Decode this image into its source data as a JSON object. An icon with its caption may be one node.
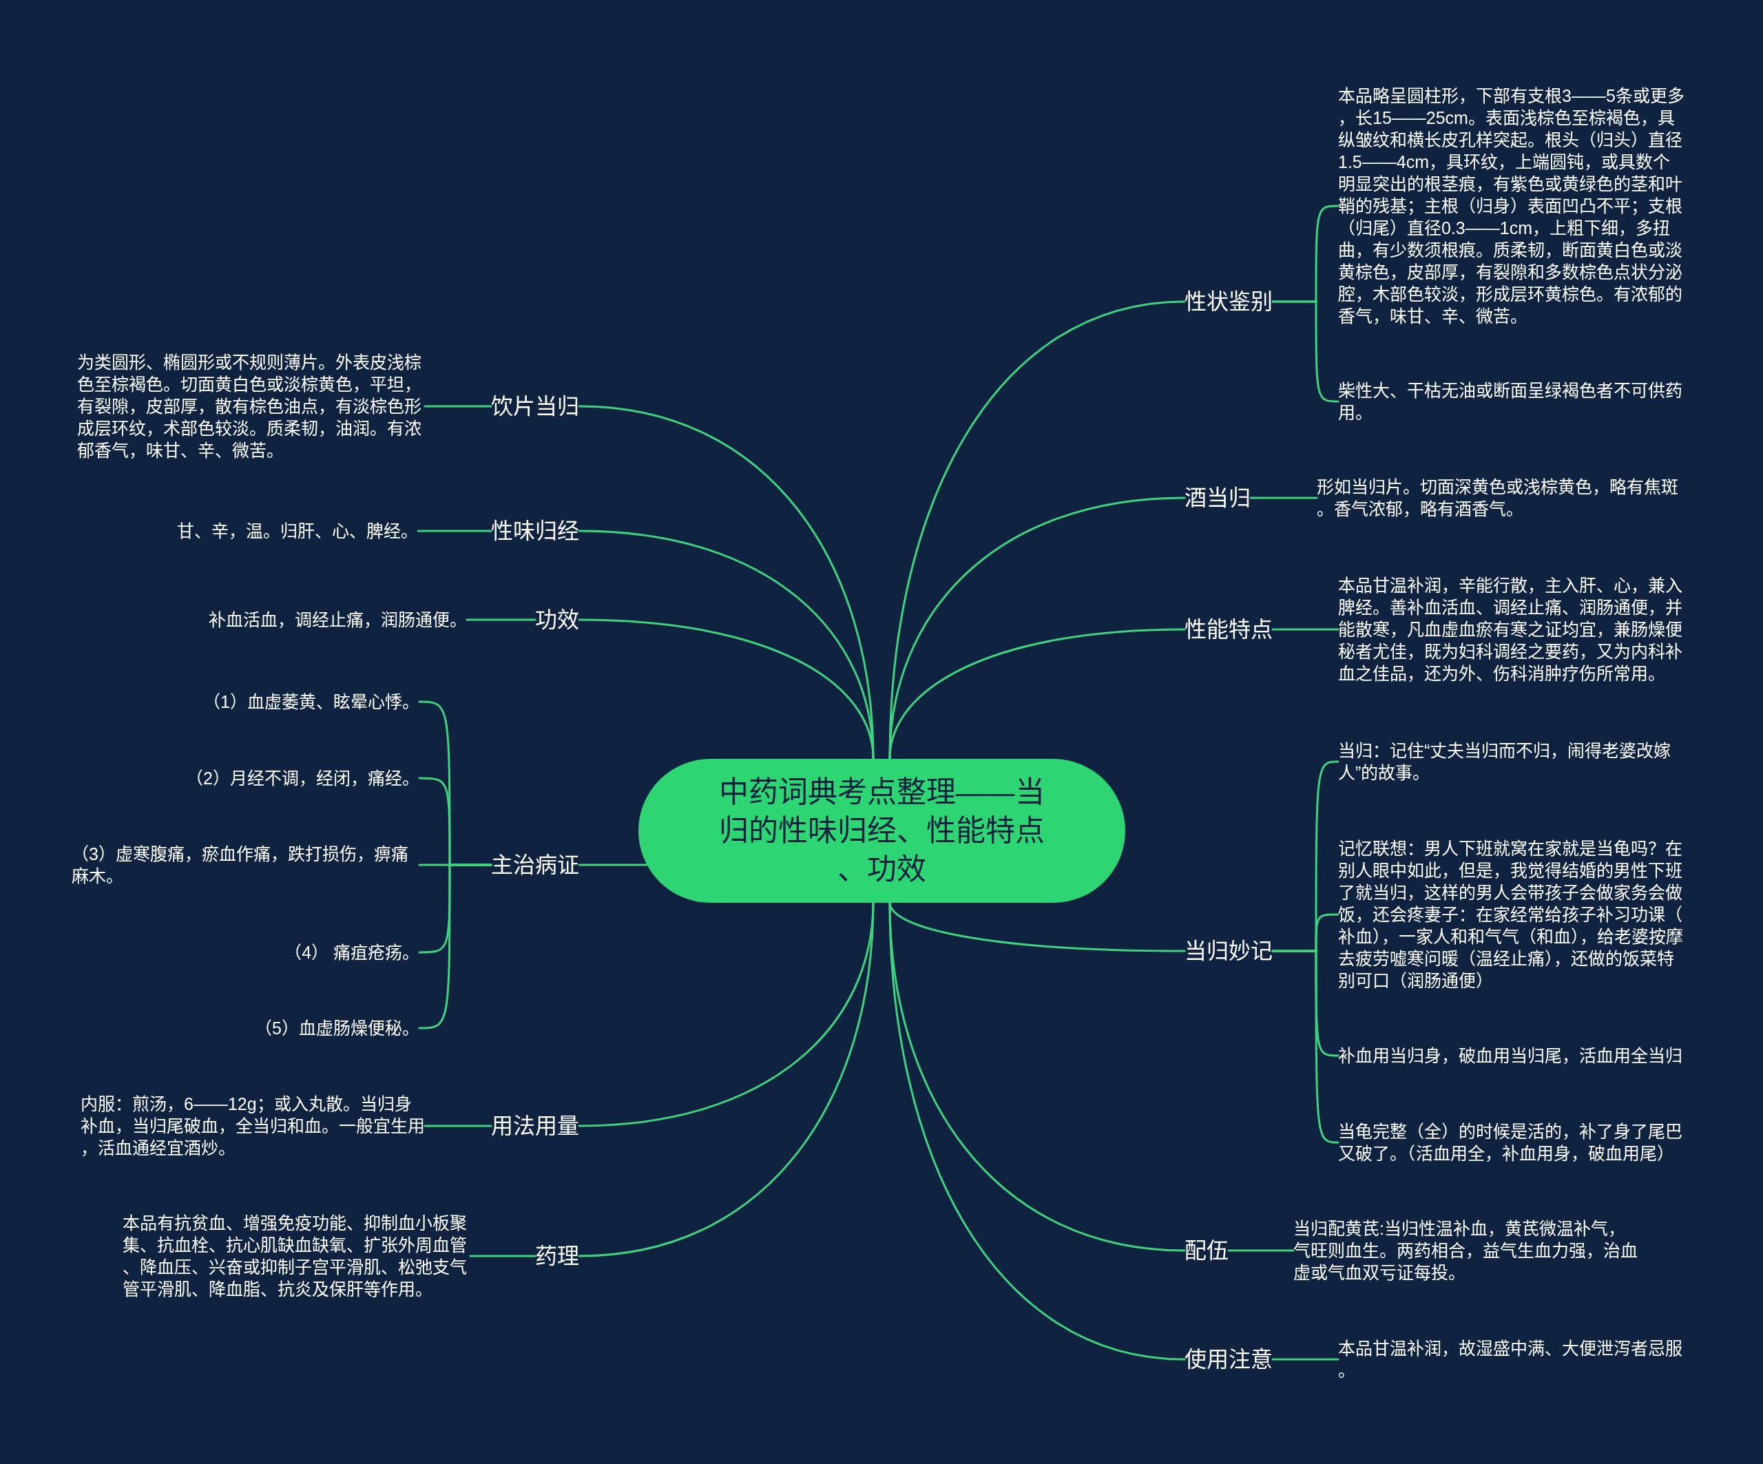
{
  "diagram": {
    "nodes": [
      {
        "text": [
          "中药词典考点整理——当归的性味归经、性能特点、功效"
        ]
      },
      {
        "text": [
          "饮片当归"
        ]
      },
      {
        "text": [
          "为类圆形、椭圆形或不规则薄片。外表皮浅棕色至棕褐色。切面黄白色或淡棕黄色，平坦，有裂隙，皮部厚，散有棕色油点，有淡棕色形成层环纹，术部色较淡。质柔韧，油润。有浓郁香气，味甘、辛、微苦。"
        ]
      },
      {
        "text": [
          "性味归经"
        ]
      },
      {
        "text": [
          "甘、辛，温。归肝、心、脾经。"
        ]
      },
      {
        "text": [
          "功效"
        ]
      },
      {
        "text": [
          "补血活血，调经止痛，润肠通便。"
        ]
      },
      {
        "text": [
          "主治病证"
        ]
      },
      {
        "text": [
          "（1）血虚萎黄、眩晕心悸。"
        ]
      },
      {
        "text": [
          "（2）月经不调，经闭，痛经。"
        ]
      },
      {
        "text": [
          "（3）虚寒腹痛，瘀血作痛，跌打损伤，痹痛麻木。"
        ]
      },
      {
        "text": [
          "（4） 痛疽疮疡。"
        ]
      },
      {
        "text": [
          "（5）血虚肠燥便秘。"
        ]
      },
      {
        "text": [
          "用法用量"
        ]
      },
      {
        "text": [
          "内服：煎汤，6——12g；或入丸散。当归身补血，当归尾破血，全当归和血。一般宜生用，活血通经宜酒炒。"
        ]
      },
      {
        "text": [
          "药理"
        ]
      },
      {
        "text": [
          "本品有抗贫血、增强免疫功能、抑制血小板聚集、抗血栓、抗心肌缺血缺氧、扩张外周血管、降血压、兴奋或抑制子宫平滑肌、松弛支气管平滑肌、降血脂、抗炎及保肝等作用。"
        ]
      },
      {
        "text": [
          "性状鉴别"
        ]
      },
      {
        "text": [
          "本品略呈圆柱形，下部有支根3——5条或更多，长15——25cm。表面浅棕色至棕褐色，具纵皱纹和横长皮孔样突起。根头（归头）直径1.5——4cm，具环纹，上端圆钝，或具数个明显突出的根茎痕，有紫色或黄绿色的茎和叶鞘的残基；主根（归身）表面凹凸不平；支根（归尾）直径0.3——1cm，上粗下细，多扭曲，有少数须根痕。质柔韧，断面黄白色或淡黄棕色，皮部厚，有裂隙和多数棕色点状分泌腔，木部色较淡，形成层环黄棕色。有浓郁的香气，味甘、辛、微苦。"
        ]
      },
      {
        "text": [
          "柴性大、干枯无油或断面呈绿褐色者不可供药用。"
        ]
      },
      {
        "text": [
          "酒当归"
        ]
      },
      {
        "text": [
          "形如当归片。切面深黄色或浅棕黄色，略有焦斑。香气浓郁，略有酒香气。"
        ]
      },
      {
        "text": [
          "性能特点"
        ]
      },
      {
        "text": [
          "本品甘温补润，辛能行散，主入肝、心，兼入脾经。善补血活血、调经止痛、润肠通便，并能散寒，凡血虚血瘀有寒之证均宜，兼肠燥便秘者尤佳，既为妇科调经之要药，又为内科补血之佳品，还为外、伤科消肿疗伤所常用。"
        ]
      },
      {
        "text": [
          "当归妙记"
        ]
      },
      {
        "text": [
          "当归：记住“丈夫当归而不归，闹得老婆改嫁人”的故事。"
        ]
      },
      {
        "text": [
          "记忆联想：男人下班就窝在家就是当龟吗？在别人眼中如此，但是，我觉得结婚的男性下班了就当归，这样的男人会带孩子会做家务会做饭，还会疼妻子：在家经常给孩子补习功课（补血），一家人和和气气（和血），给老婆按摩去疲劳嘘寒问暖（温经止痛），还做的饭菜特别可口（润肠通便）"
        ]
      },
      {
        "text": [
          "补血用当归身，破血用当归尾，活血用全当归"
        ]
      },
      {
        "text": [
          "当龟完整（全）的时候是活的，补了身了尾巴又破了。（活血用全，补血用身，破血用尾）"
        ]
      },
      {
        "text": [
          "配伍"
        ]
      },
      {
        "text": [
          "当归配黄芪:当归性温补血，黄芪微温补气，气旺则血生。两药相合，益气生血力强，治血虚或气血双亏证每投。"
        ]
      },
      {
        "text": [
          "使用注意"
        ]
      },
      {
        "text": [
          "本品甘温补润，故湿盛中满、大便泄泻者忌服。"
        ]
      }
    ],
    "edges": [
      {
        "from": 0,
        "to": 1,
        "arrow": "none"
      },
      {
        "from": 1,
        "to": 2,
        "arrow": "none"
      },
      {
        "from": 0,
        "to": 3,
        "arrow": "none"
      },
      {
        "from": 3,
        "to": 4,
        "arrow": "none"
      },
      {
        "from": 0,
        "to": 5,
        "arrow": "none"
      },
      {
        "from": 5,
        "to": 6,
        "arrow": "none"
      },
      {
        "from": 0,
        "to": 7,
        "arrow": "none"
      },
      {
        "from": 7,
        "to": 8,
        "arrow": "none"
      },
      {
        "from": 7,
        "to": 9,
        "arrow": "none"
      },
      {
        "from": 7,
        "to": 10,
        "arrow": "none"
      },
      {
        "from": 7,
        "to": 11,
        "arrow": "none"
      },
      {
        "from": 7,
        "to": 12,
        "arrow": "none"
      },
      {
        "from": 0,
        "to": 13,
        "arrow": "none"
      },
      {
        "from": 13,
        "to": 14,
        "arrow": "none"
      },
      {
        "from": 0,
        "to": 15,
        "arrow": "none"
      },
      {
        "from": 15,
        "to": 16,
        "arrow": "none"
      },
      {
        "from": 0,
        "to": 17,
        "arrow": "none"
      },
      {
        "from": 17,
        "to": 18,
        "arrow": "none"
      },
      {
        "from": 17,
        "to": 19,
        "arrow": "none"
      },
      {
        "from": 0,
        "to": 20,
        "arrow": "none"
      },
      {
        "from": 20,
        "to": 21,
        "arrow": "none"
      },
      {
        "from": 0,
        "to": 22,
        "arrow": "none"
      },
      {
        "from": 22,
        "to": 23,
        "arrow": "none"
      },
      {
        "from": 0,
        "to": 24,
        "arrow": "none"
      },
      {
        "from": 24,
        "to": 25,
        "arrow": "none"
      },
      {
        "from": 24,
        "to": 26,
        "arrow": "none"
      },
      {
        "from": 24,
        "to": 27,
        "arrow": "none"
      },
      {
        "from": 24,
        "to": 28,
        "arrow": "none"
      },
      {
        "from": 0,
        "to": 29,
        "arrow": "none"
      },
      {
        "from": 29,
        "to": 30,
        "arrow": "none"
      },
      {
        "from": 0,
        "to": 31,
        "arrow": "none"
      },
      {
        "from": 31,
        "to": 32,
        "arrow": "none"
      }
    ]
  }
}
